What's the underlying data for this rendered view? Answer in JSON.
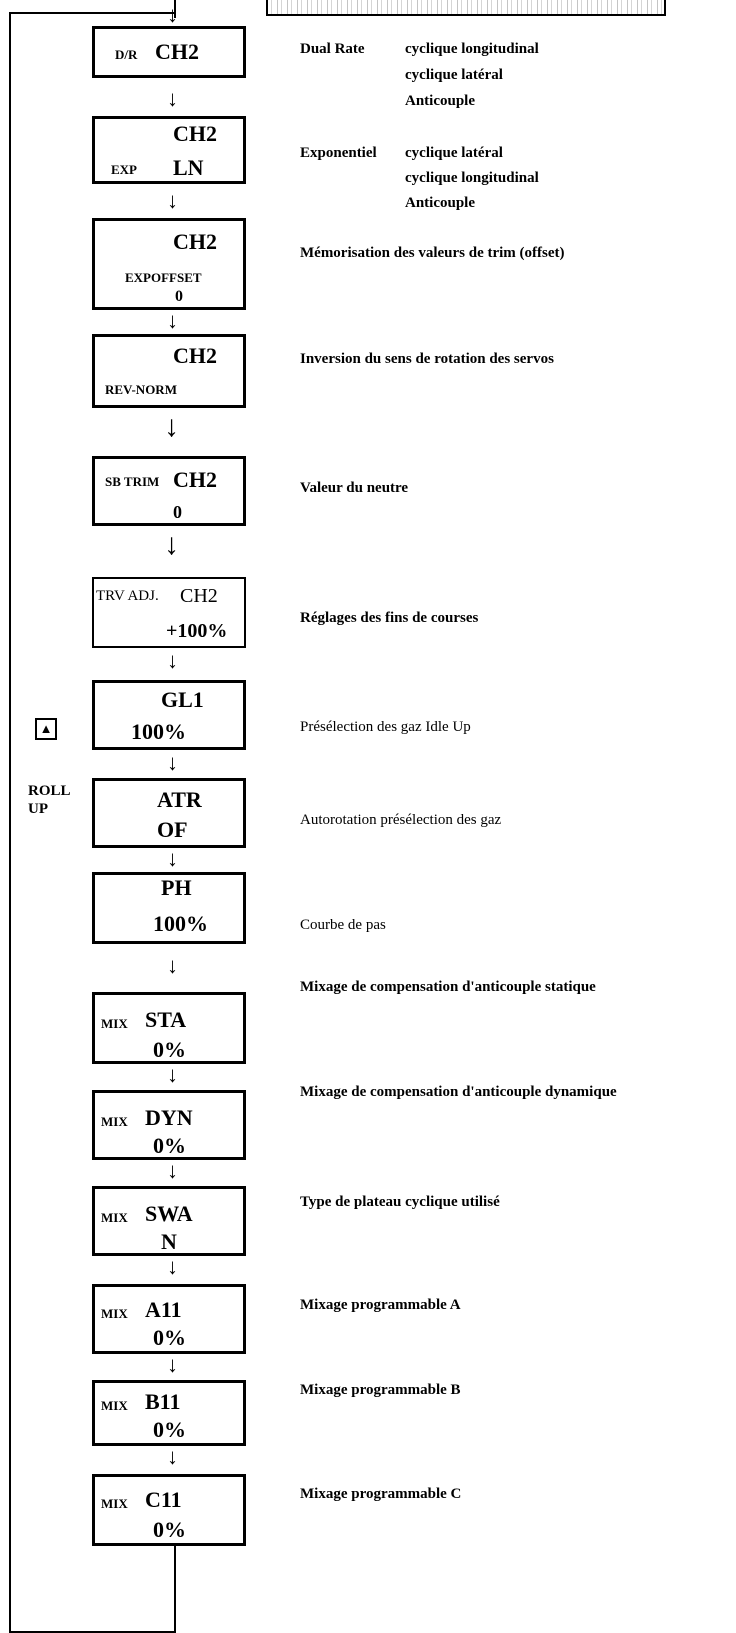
{
  "boxes": [
    {
      "a": "D/R",
      "b": "CH2"
    },
    {
      "a": "CH2",
      "b": "EXP",
      "c": "LN"
    },
    {
      "a": "CH2",
      "b": "EXPOFFSET",
      "c": "0"
    },
    {
      "a": "CH2",
      "b": "REV-NORM"
    },
    {
      "a": "SB TRIM",
      "b": "CH2",
      "c": "0"
    },
    {
      "a": "TRV ADJ.",
      "b": "CH2",
      "c": "+100%"
    },
    {
      "a": "GL1",
      "b": "100%"
    },
    {
      "a": "ATR",
      "b": "OF"
    },
    {
      "a": "PH",
      "b": "100%"
    },
    {
      "a": "MIX",
      "b": "STA",
      "c": "0%"
    },
    {
      "a": "MIX",
      "b": "DYN",
      "c": "0%"
    },
    {
      "a": "MIX",
      "b": "SWA",
      "c": "N"
    },
    {
      "a": "MIX",
      "b": "A11",
      "c": "0%"
    },
    {
      "a": "MIX",
      "b": "B11",
      "c": "0%"
    },
    {
      "a": "MIX",
      "b": "C11",
      "c": "0%"
    }
  ],
  "descriptions": {
    "dual_rate": "Dual Rate",
    "dual_rate_items": [
      "cyclique longitudinal",
      "cyclique latéral",
      "Anticouple"
    ],
    "expo": "Exponentiel",
    "expo_items": [
      "cyclique latéral",
      "cyclique longitudinal",
      "Anticouple"
    ],
    "offset": "Mémorisation des valeurs de trim (offset)",
    "reverse": "Inversion du sens de rotation des servos",
    "subtrim": "Valeur du neutre",
    "travel": "Réglages des fins de courses",
    "idle_up": "Présélection des gaz Idle Up",
    "autorot": "Autorotation présélection  des gaz",
    "pitch": "Courbe de pas",
    "mix_sta": "Mixage de compensation d'anticouple statique",
    "mix_dyn": "Mixage de compensation d'anticouple dynamique",
    "swash": "Type de plateau cyclique utilisé",
    "mix_a": "Mixage programmable A",
    "mix_b": "Mixage programmable B",
    "mix_c": "Mixage programmable C"
  },
  "roll_up": {
    "line1": "ROLL",
    "line2": "UP",
    "icon": "up-triangle-icon"
  }
}
